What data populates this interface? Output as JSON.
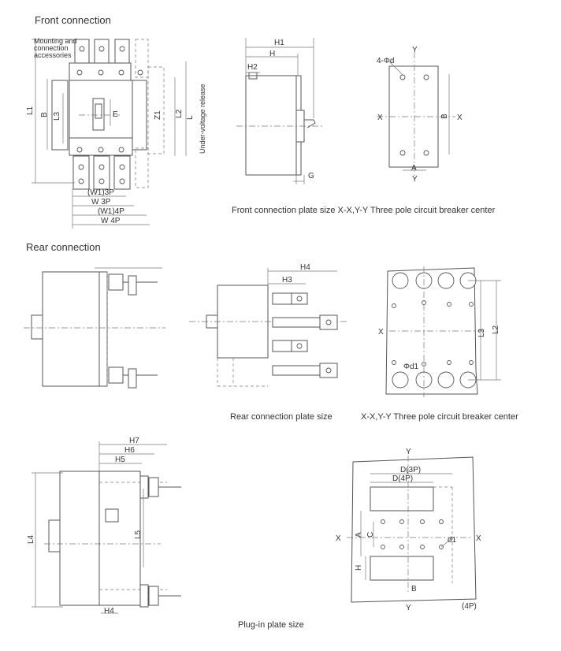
{
  "sections": {
    "front": "Front connection",
    "rear": "Rear connection"
  },
  "captions": {
    "front_plate": "Front connection plate size X-X,Y-Y Three pole circuit breaker center",
    "rear_plate": "Rear connection plate size",
    "rear_center": "X-X,Y-Y Three pole circuit breaker center",
    "plugin_plate": "Plug-in plate size"
  },
  "annotations": {
    "mounting_1": "Mounting and",
    "mounting_2": "connection",
    "mounting_3": "accessories",
    "under_voltage": "Under-voltage release"
  },
  "front_view": {
    "L1": "L1",
    "B": "B",
    "L3": "L3",
    "E": "E",
    "Z1": "Z1",
    "L2": "L2",
    "L": "L",
    "W1_3P": "(W1)3P",
    "W_3P": "W 3P",
    "W1_4P": "(W1)4P",
    "W_4P": "W 4P"
  },
  "front_side": {
    "H1": "H1",
    "H": "H",
    "H2": "H2",
    "G": "G"
  },
  "front_plate": {
    "hole": "4-Φd",
    "Y_top": "Y",
    "Y_bot": "Y",
    "X_left": "X",
    "X_right": "X",
    "B": "B",
    "A": "A"
  },
  "rear_plate": {
    "H4": "H4",
    "H3": "H3"
  },
  "rear_center": {
    "X": "X",
    "L3": "L3",
    "L2": "L2",
    "d1": "Φd1"
  },
  "plugin_side": {
    "H7": "H7",
    "H6": "H6",
    "H5": "H5",
    "L4": "L4",
    "L5": "L5",
    "H4": "H4"
  },
  "plugin_plate": {
    "Y_top": "Y",
    "Y_bot": "Y",
    "X_left": "X",
    "X_right": "X",
    "D3P": "D(3P)",
    "D4P": "D(4P)",
    "A": "A",
    "C": "C",
    "H": "H",
    "d1": "d1",
    "B": "B",
    "P4": "(4P)"
  }
}
